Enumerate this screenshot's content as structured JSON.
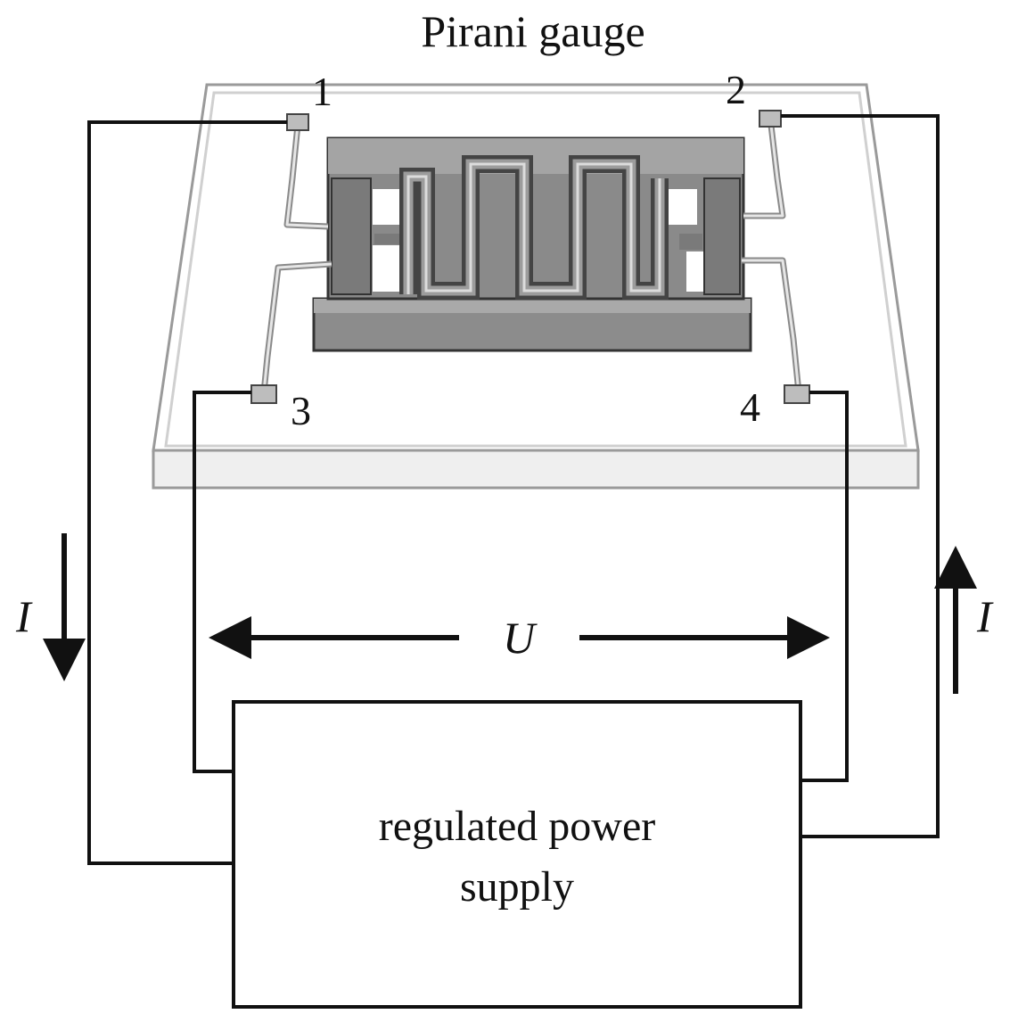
{
  "title": "Pirani gauge",
  "pins": [
    "1",
    "2",
    "3",
    "4"
  ],
  "current_label": "I",
  "voltage_label": "U",
  "power_supply": {
    "line1": "regulated power",
    "line2": "supply"
  }
}
